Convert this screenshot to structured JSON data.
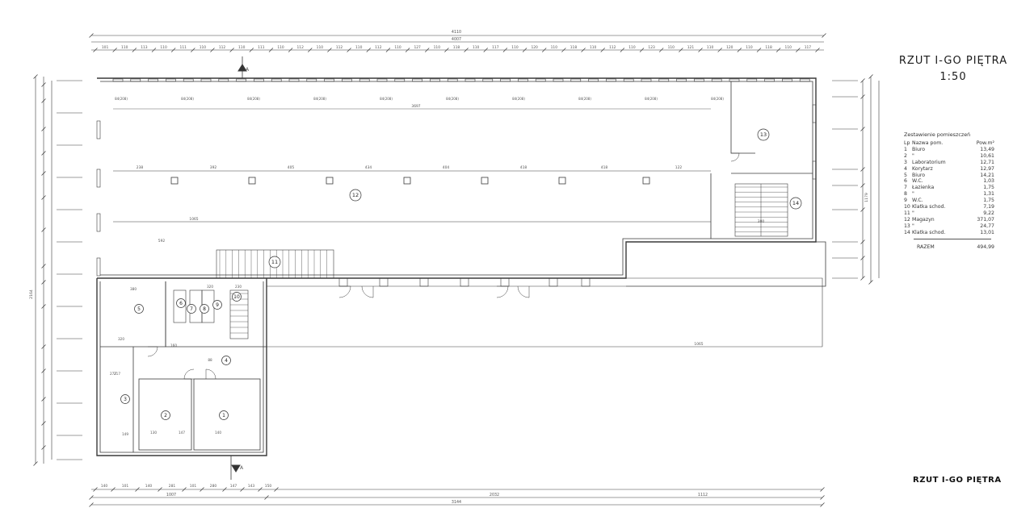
{
  "title": "RZUT I-GO PIĘTRA",
  "scale": "1:50",
  "bottom_title": "RZUT I-GO PIĘTRA",
  "section_marker": "A",
  "schedule": {
    "heading": "Zestawienie pomieszczeń",
    "col_lp": "Lp",
    "col_name": "Nazwa pom.",
    "col_area": "Pow.m²",
    "rows": [
      {
        "lp": "1",
        "name": "Biuro",
        "area": "13,49"
      },
      {
        "lp": "2",
        "name": "\"",
        "area": "10,61"
      },
      {
        "lp": "3",
        "name": "Laboratorium",
        "area": "12,71"
      },
      {
        "lp": "4",
        "name": "Korytarz",
        "area": "12,97"
      },
      {
        "lp": "5",
        "name": "Biuro",
        "area": "14,21"
      },
      {
        "lp": "6",
        "name": "W.C.",
        "area": "1,03"
      },
      {
        "lp": "7",
        "name": "Łazienka",
        "area": "1,75"
      },
      {
        "lp": "8",
        "name": "\"",
        "area": "1,31"
      },
      {
        "lp": "9",
        "name": "W.C.",
        "area": "1,75"
      },
      {
        "lp": "10",
        "name": "Klatka schod.",
        "area": "7,19"
      },
      {
        "lp": "11",
        "name": "\"",
        "area": "9,22"
      },
      {
        "lp": "12",
        "name": "Magazyn",
        "area": "371,07"
      },
      {
        "lp": "13",
        "name": "\"",
        "area": "24,77"
      },
      {
        "lp": "14",
        "name": "Klatka schod.",
        "area": "13,01"
      }
    ],
    "total_label": "RAZEM",
    "total_area": "494,99"
  },
  "rooms": [
    {
      "num": "1"
    },
    {
      "num": "2"
    },
    {
      "num": "3"
    },
    {
      "num": "4"
    },
    {
      "num": "5"
    },
    {
      "num": "6"
    },
    {
      "num": "7"
    },
    {
      "num": "8"
    },
    {
      "num": "9"
    },
    {
      "num": "10"
    },
    {
      "num": "11"
    },
    {
      "num": "12"
    },
    {
      "num": "13"
    },
    {
      "num": "14"
    }
  ],
  "dimensions": {
    "top_overall": "4110",
    "top_inner": "4007",
    "top_segments": [
      "101",
      "110",
      "113",
      "110",
      "111",
      "110",
      "112",
      "110",
      "111",
      "110",
      "112",
      "110",
      "112",
      "110",
      "112",
      "110",
      "127",
      "110",
      "118",
      "110",
      "117",
      "110",
      "120",
      "110",
      "118",
      "110",
      "112",
      "110",
      "123",
      "110",
      "121",
      "110",
      "120",
      "110",
      "118",
      "110",
      "117"
    ],
    "window_tags": [
      "84(208)",
      "84(208)",
      "84(208)",
      "84(208)",
      "84(208)",
      "84(208)",
      "84(208)",
      "84(208)",
      "84(208)",
      "84(208)"
    ],
    "grid_spans": [
      "238",
      "392",
      "405",
      "434",
      "404",
      "418",
      "418",
      "122"
    ],
    "hall_length": "3697",
    "inner_run_1": "1065",
    "inner_run_2": "592",
    "bottom_overall": "3144",
    "bottom_left": "1007",
    "bottom_mid": "2032",
    "bottom_right": "1112",
    "bottom_segments": [
      "140",
      "101",
      "140",
      "281",
      "101",
      "280",
      "147",
      "143",
      "150"
    ],
    "left_overall": "2164",
    "right_overall": "1179",
    "lower_right_run": "1065",
    "stair_width": "300",
    "room_dims": [
      "380",
      "320",
      "320",
      "130",
      "147",
      "140",
      "230",
      "277",
      "217",
      "88",
      "160",
      "149"
    ]
  }
}
